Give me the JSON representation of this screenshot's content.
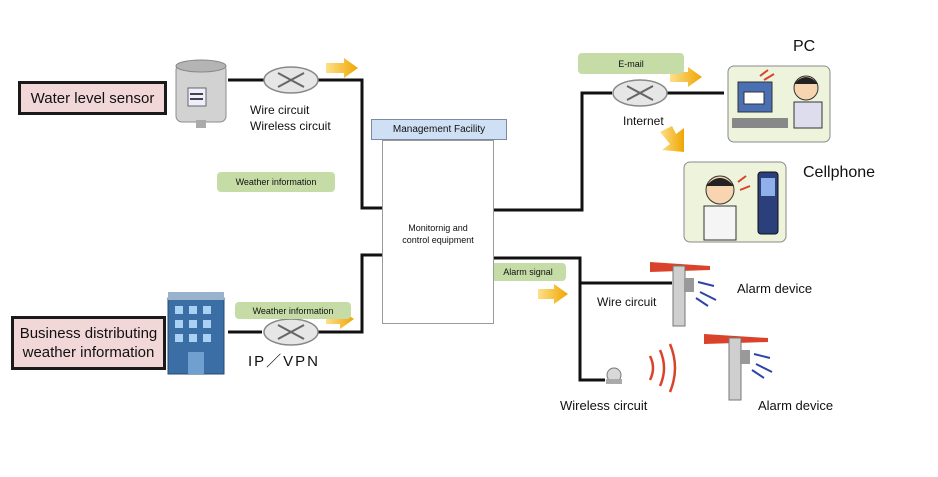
{
  "sensor": {
    "label": "Water level sensor"
  },
  "business": {
    "line1": "Business distributing",
    "line2": "weather information"
  },
  "circuits": {
    "top_line1": "Wire circuit",
    "top_line2": "Wireless circuit",
    "ipvpn": "IP／VPN",
    "internet": "Internet",
    "alarm_wire": "Wire circuit",
    "alarm_wireless": "Wireless circuit"
  },
  "tags": {
    "weather_info_1": "Weather information",
    "weather_info_2": "Weather information",
    "email": "E-mail",
    "alarm_signal": "Alarm signal"
  },
  "facility": {
    "title": "Management Facility",
    "equipment_line1": "Monitornig and",
    "equipment_line2": "control equipment"
  },
  "endpoints": {
    "pc": "PC",
    "cellphone": "Cellphone",
    "alarm_device_1": "Alarm device",
    "alarm_device_2": "Alarm device"
  },
  "colors": {
    "label_box": "#f2d7d9",
    "tag": "#c6dca6",
    "facility_title": "#cfe0f4",
    "arrow": "#f5b21b",
    "alarm_red": "#d9432b"
  }
}
